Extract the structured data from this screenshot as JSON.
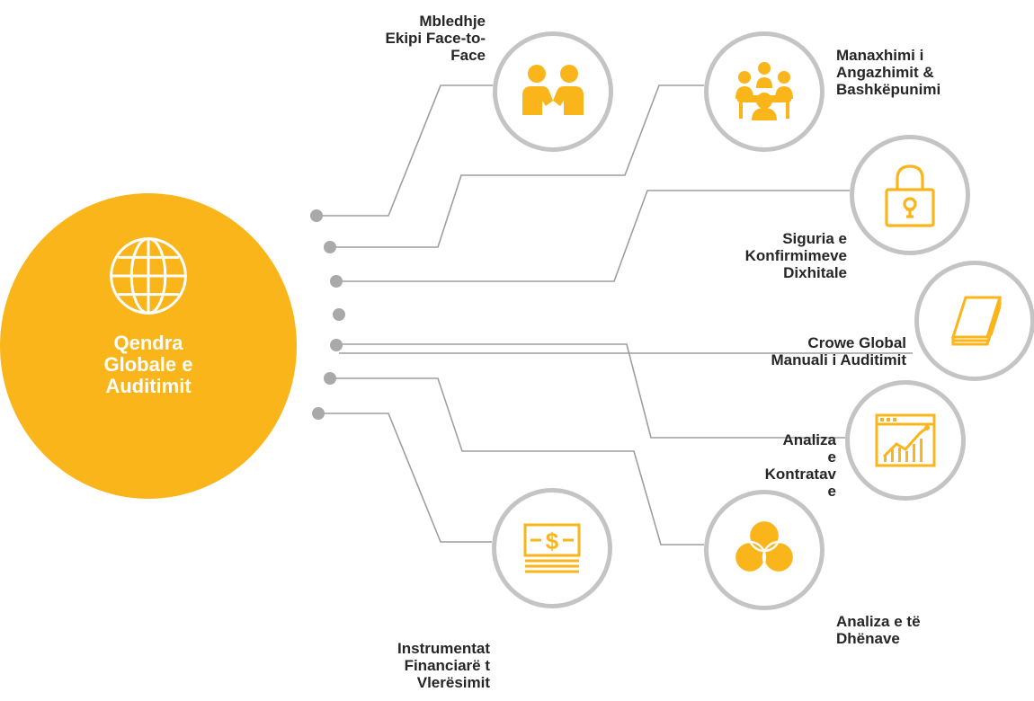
{
  "hub": {
    "title": "Qendra\nGlobale e\nAuditimit",
    "icon": "globe-icon"
  },
  "colors": {
    "accent": "#FAB51A",
    "ring": "#C4C4C4",
    "connector": "#9E9E9E",
    "text": "#262626"
  },
  "nodes": [
    {
      "label": "Mbledhje\nEkipi Face-to-\nFace",
      "icon": "handshake-people-icon"
    },
    {
      "label": "Manaxhimi i\nAngazhimit &\nBashkëpunimi",
      "icon": "team-meeting-icon"
    },
    {
      "label": "Siguria e\nKonfirmimeve\nDixhitale",
      "icon": "padlock-icon"
    },
    {
      "label": "Crowe Global\nManuali i Auditimit",
      "icon": "book-icon"
    },
    {
      "label": "Analiza\ne\nKontratav\ne",
      "icon": "chart-screen-icon"
    },
    {
      "label": "Analiza e të\nDhënave",
      "icon": "venn-circles-icon"
    },
    {
      "label": "Instrumentat\nFinanciarë t\nVlerësimit",
      "icon": "dollar-bill-icon"
    }
  ]
}
